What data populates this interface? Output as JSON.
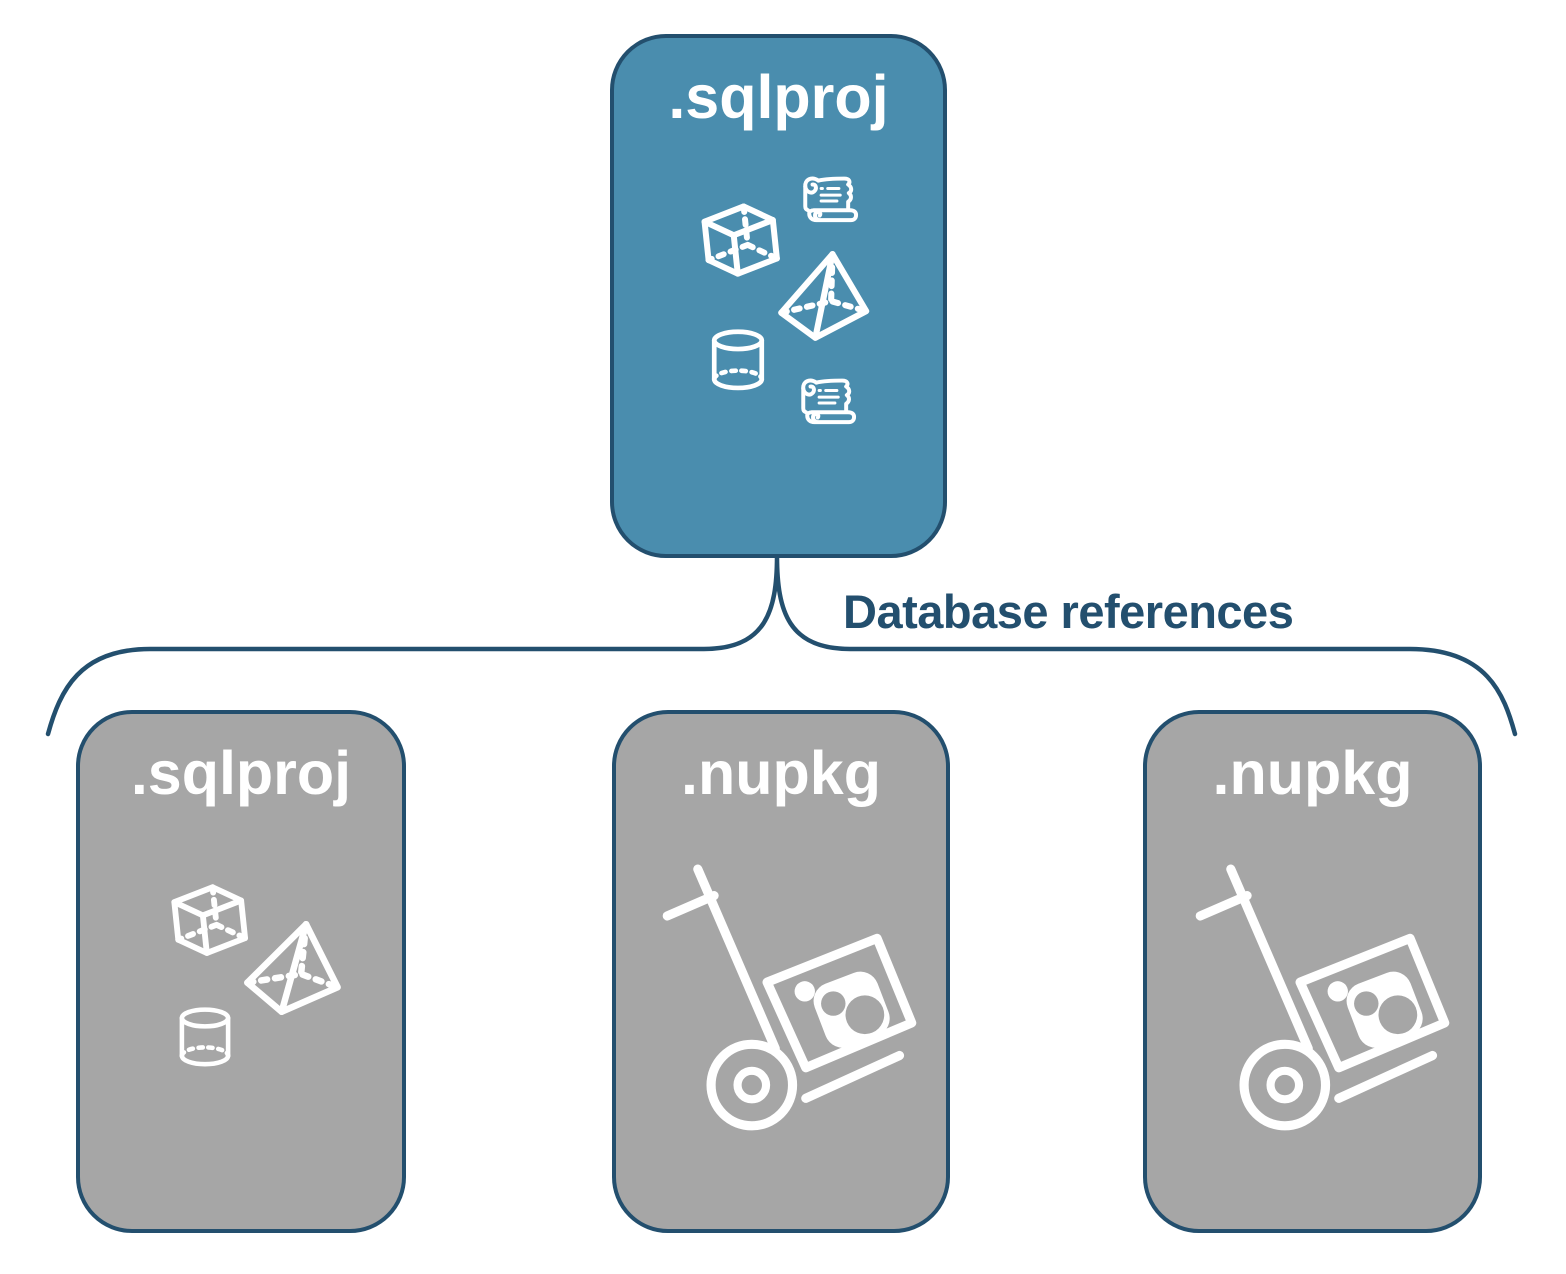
{
  "diagram": {
    "root_card": {
      "label": ".sqlproj",
      "icons": [
        "cube-icon",
        "scroll-icon",
        "pyramid-icon",
        "cylinder-icon",
        "scroll-icon"
      ]
    },
    "connector": {
      "label": "Database references"
    },
    "child_cards": [
      {
        "label": ".sqlproj",
        "icons": [
          "cube-icon",
          "pyramid-icon",
          "cylinder-icon"
        ]
      },
      {
        "label": ".nupkg",
        "icons": [
          "hand-truck-package-icon"
        ]
      },
      {
        "label": ".nupkg",
        "icons": [
          "hand-truck-package-icon"
        ]
      }
    ],
    "colors": {
      "root_card_fill": "#4A8DAE",
      "child_card_fill": "#A6A6A6",
      "outline_stroke": "#234F6E",
      "icon_color": "#FFFFFF",
      "connector_label_color": "#234F6E",
      "card_title_color": "#FFFFFF",
      "background": "#FFFFFF"
    }
  }
}
